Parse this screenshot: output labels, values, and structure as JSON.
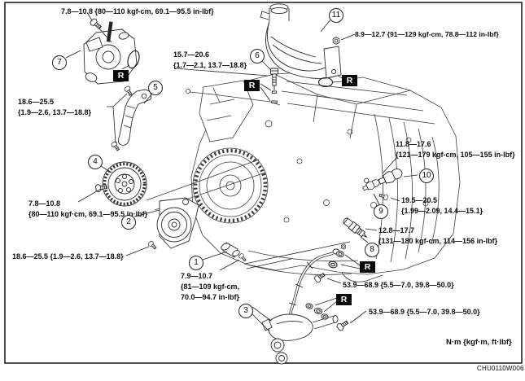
{
  "figure": {
    "units_note": "N·m {kgf·m, ft·lbf}",
    "code": "CHU0110W006"
  },
  "r_badge": "R",
  "callouts": {
    "c1": "1",
    "c2": "2",
    "c3": "3",
    "c4": "4",
    "c5": "5",
    "c6": "6",
    "c7": "7",
    "c8": "8",
    "c9": "9",
    "c10": "10",
    "c11": "11"
  },
  "labels": {
    "throttle_body_nut": {
      "lines": [
        "7.8—10.8 {80—110 kgf-cm, 69.1—95.5 in-lbf}"
      ]
    },
    "reservoir_nut": {
      "lines": [
        "8.9—12.7 {91—129 kgf-cm, 78.8—112 in-lbf}"
      ]
    },
    "engine_hanger": {
      "lines": [
        "15.7—20.6",
        "{1.7—2.1, 13.7—18.8}"
      ]
    },
    "bracket_bolts": {
      "lines": [
        "18.6—25.5",
        "{1.9—2.6, 13.7—18.8}"
      ]
    },
    "pulley_bolt": {
      "lines": [
        "7.8—10.8",
        "{80—110 kgf·cm, 69.1—95.5 in·lbf}"
      ]
    },
    "tensioner_bolt": {
      "lines": [
        "18.6—25.5 {1.9—2.6, 13.7—18.8}"
      ]
    },
    "union_bolt": {
      "lines": [
        "7.9—10.7",
        "{81—109 kgf-cm,",
        "70.0—94.7 in-lbf}"
      ]
    },
    "sensor_upper": {
      "lines": [
        "11.8—17.6",
        "{121—179 kgf-cm, 105—155 in-lbf}"
      ]
    },
    "sensor_mid": {
      "lines": [
        "19.5—20.5",
        "{1.99—2.09, 14.4—15.1}"
      ]
    },
    "sensor_lower": {
      "lines": [
        "12.8—17.7",
        "{131—180 kgf-cm, 114—156 in-lbf}"
      ]
    },
    "exhaust_upper": {
      "lines": [
        "53.9—68.9 {5.5—7.0, 39.8—50.0}"
      ]
    },
    "exhaust_lower": {
      "lines": [
        "53.9—68.9 {5.5—7.0, 39.8—50.0}"
      ]
    }
  }
}
